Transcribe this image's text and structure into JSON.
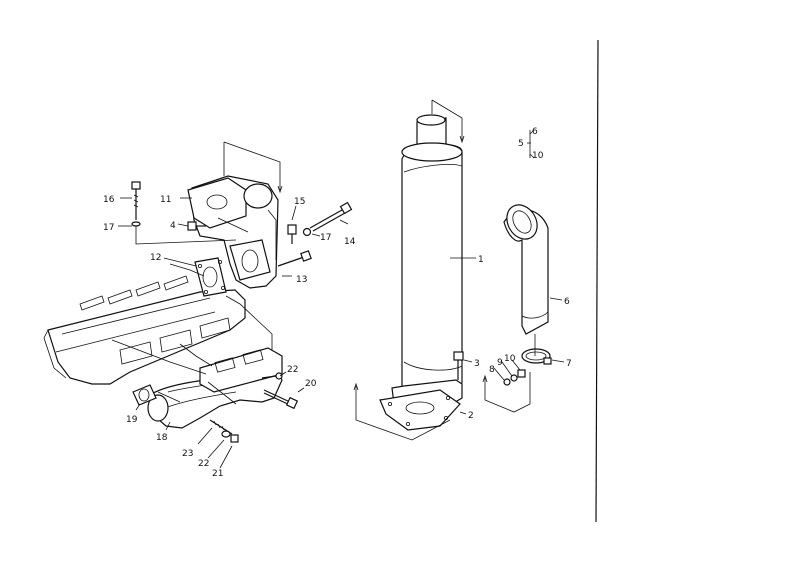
{
  "labels": {
    "l1": "1",
    "l2": "2",
    "l3": "3",
    "l4": "4",
    "l5": "5",
    "l6": "6",
    "l6b": "6",
    "l7": "7",
    "l8": "8",
    "l9": "9",
    "l10": "10",
    "l10b": "10",
    "l11": "11",
    "l12": "12",
    "l13": "13",
    "l14": "14",
    "l15": "15",
    "l16": "16",
    "l17a": "17",
    "l17b": "17",
    "l18": "18",
    "l19": "19",
    "l20": "20",
    "l21": "21",
    "l22a": "22",
    "l22b": "22",
    "l23": "23"
  }
}
